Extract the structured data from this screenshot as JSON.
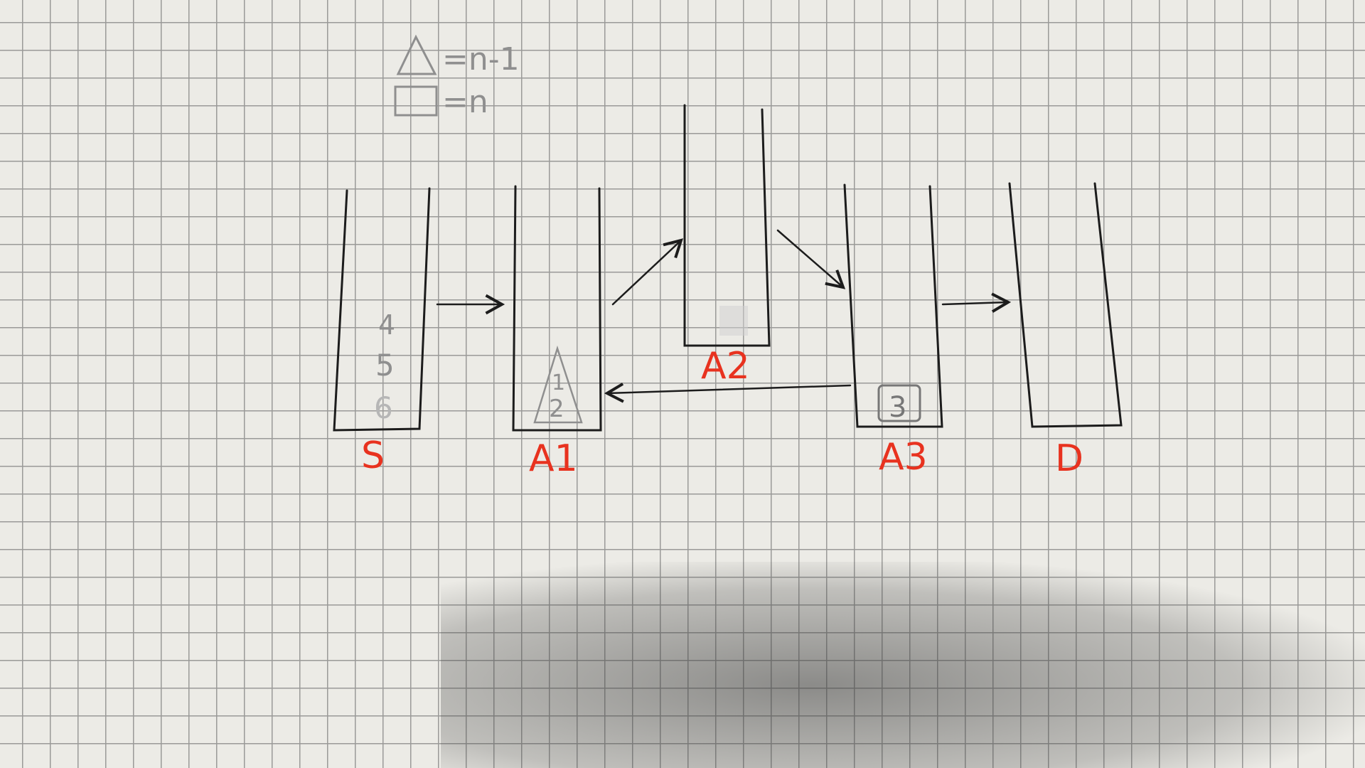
{
  "legend": {
    "triangle_text": "=n-1",
    "square_text": "=n"
  },
  "pegs": [
    {
      "id": "S",
      "label": "S",
      "disks": [
        "4",
        "5",
        "6"
      ]
    },
    {
      "id": "A1",
      "label": "A1",
      "disks": [
        "1",
        "2"
      ]
    },
    {
      "id": "A2",
      "label": "A2",
      "disks": []
    },
    {
      "id": "A3",
      "label": "A3",
      "disks": [
        "3"
      ]
    },
    {
      "id": "D",
      "label": "D",
      "disks": []
    }
  ],
  "colors": {
    "label": "#e8321f",
    "ink": "#1c1c1c",
    "pencil": "#8f8f8f",
    "grid": "#9a9a98",
    "paper": "#ecebe6"
  }
}
